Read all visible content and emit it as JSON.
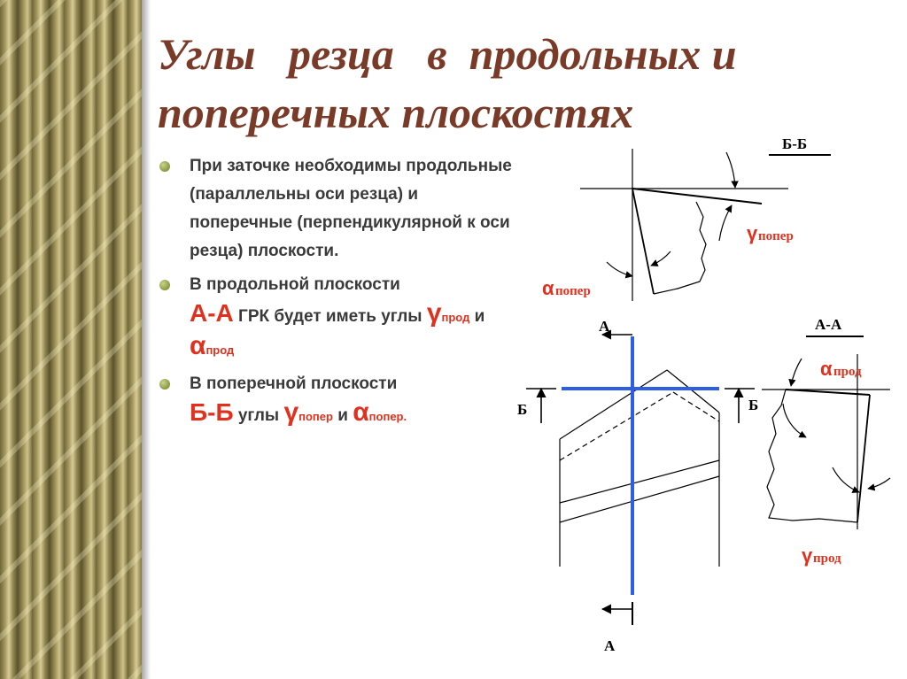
{
  "title": {
    "line1": "Углы   резца   в  продольных и",
    "line2": "поперечных плоскостях"
  },
  "bullets": {
    "b1": "При заточке необходимы продольные (параллельны оси резца) и поперечные (перпендикулярной к оси резца) плоскости.",
    "b2_pre": "В продольной плоскости",
    "b2_section": "А-А",
    "b2_mid": "ГРК будет иметь углы",
    "b2_gamma": "γ",
    "b2_gamma_sub": "прод",
    "b2_and": "и",
    "b2_alpha": "α",
    "b2_alpha_sub": "прод",
    "b3_pre": "В поперечной плоскости",
    "b3_section": "Б-Б",
    "b3_mid": "углы",
    "b3_gamma": "γ",
    "b3_gamma_sub": "попер",
    "b3_and": "и",
    "b3_alpha": "α",
    "b3_alpha_sub": "попер."
  },
  "diagram": {
    "label_bb": "Б-Б",
    "label_aa": "А-А",
    "label_a_top": "А",
    "label_a_bottom": "А",
    "label_b_left": "Б",
    "label_b_right": "Б",
    "gamma_sym": "γ",
    "alpha_sym": "α",
    "sub_poper": "попер",
    "sub_prod": "прод"
  },
  "colors": {
    "title": "#7a3a28",
    "accent": "#e0301e",
    "section_line": "#2f5fe0",
    "text": "#3a3a3a"
  }
}
